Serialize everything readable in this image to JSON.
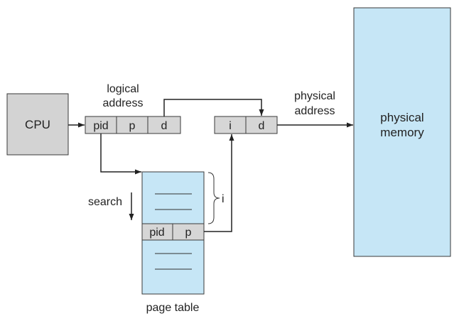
{
  "diagram": {
    "cpu_label": "CPU",
    "logical_address": {
      "caption_line1": "logical",
      "caption_line2": "address",
      "fields": [
        "pid",
        "p",
        "d"
      ]
    },
    "physical_address": {
      "caption_line1": "physical",
      "caption_line2": "address",
      "fields": [
        "i",
        "d"
      ]
    },
    "physical_memory": {
      "line1": "physical",
      "line2": "memory"
    },
    "page_table": {
      "caption": "page table",
      "entry_fields": [
        "pid",
        "p"
      ],
      "index_label": "i"
    },
    "search_label": "search",
    "colors": {
      "memory_fill": "#c6e6f6",
      "box_fill": "#d6d6d6",
      "cpu_fill": "#d3d3d3",
      "line": "#222222"
    }
  }
}
